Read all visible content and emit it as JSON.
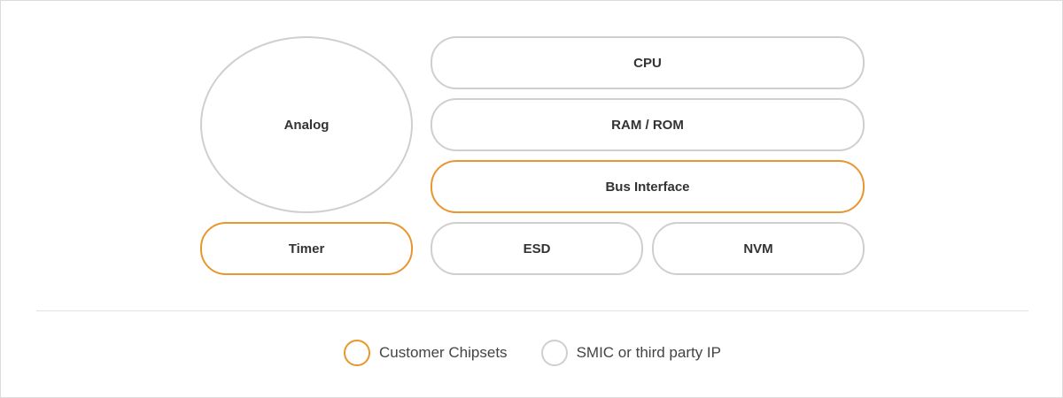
{
  "colors": {
    "customer": "#e8962e",
    "third_party": "#cfcfcf",
    "text": "#333333"
  },
  "blocks": {
    "analog": {
      "label": "Analog",
      "category": "third_party"
    },
    "timer": {
      "label": "Timer",
      "category": "customer"
    },
    "cpu": {
      "label": "CPU",
      "category": "third_party"
    },
    "ram_rom": {
      "label": "RAM / ROM",
      "category": "third_party"
    },
    "bus_interface": {
      "label": "Bus Interface",
      "category": "customer"
    },
    "esd": {
      "label": "ESD",
      "category": "third_party"
    },
    "nvm": {
      "label": "NVM",
      "category": "third_party"
    }
  },
  "legend": {
    "customer": {
      "label": "Customer Chipsets"
    },
    "third_party": {
      "label": "SMIC or third party IP"
    }
  }
}
